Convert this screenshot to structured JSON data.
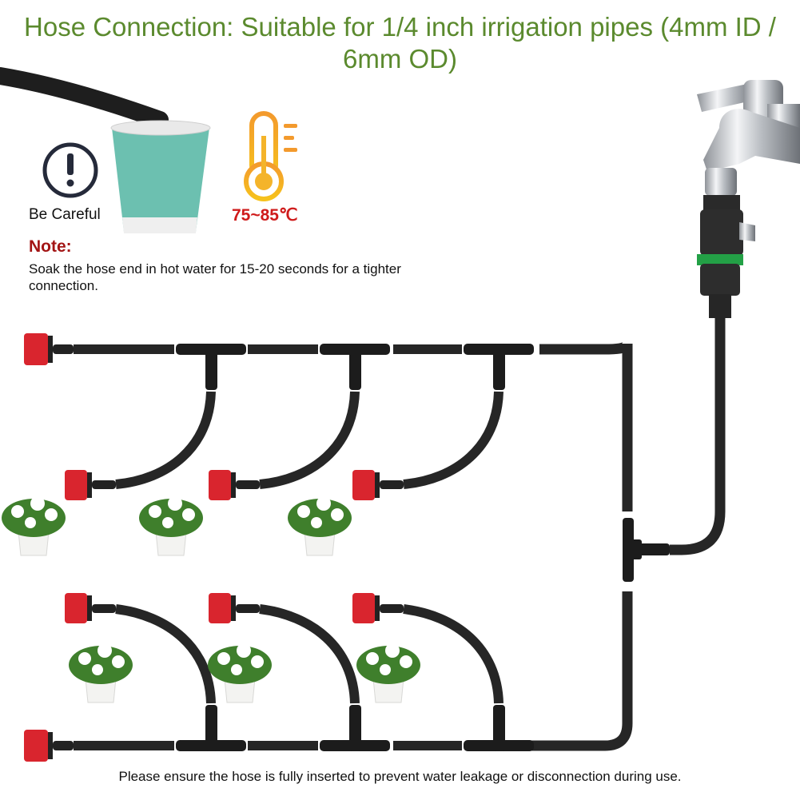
{
  "title": "Hose Connection: Suitable for 1/4 inch irrigation pipes (4mm ID / 6mm OD)",
  "caution": {
    "label": "Be Careful",
    "icon": "exclamation-icon"
  },
  "temperature": {
    "label": "75~85℃",
    "icon": "thermometer-icon"
  },
  "note": {
    "label": "Note:",
    "text": "Soak the hose end in hot water for 15-20 seconds for a tighter connection."
  },
  "footer": "Please ensure the hose is fully inserted to prevent water leakage or disconnection during use.",
  "colors": {
    "title": "#5b8a2e",
    "note": "#a31515",
    "temperature": "#cf1b1b",
    "dripper": "#d9252e",
    "hose": "#222222"
  }
}
